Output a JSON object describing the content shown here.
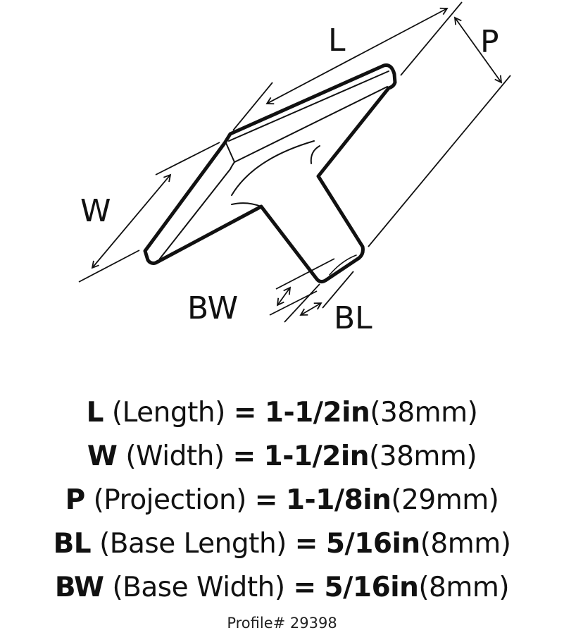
{
  "diagram": {
    "labels": {
      "L": "L",
      "W": "W",
      "P": "P",
      "BW": "BW",
      "BL": "BL"
    }
  },
  "specs": [
    {
      "code": "L",
      "name": "(Length)",
      "eq": "=",
      "inches": "1-1/2in",
      "mm": "(38mm)"
    },
    {
      "code": "W",
      "name": "(Width)",
      "eq": "=",
      "inches": "1-1/2in",
      "mm": "(38mm)"
    },
    {
      "code": "P",
      "name": "(Projection)",
      "eq": "=",
      "inches": "1-1/8in",
      "mm": "(29mm)"
    },
    {
      "code": "BL",
      "name": "(Base Length)",
      "eq": "=",
      "inches": "5/16in",
      "mm": "(8mm)"
    },
    {
      "code": "BW",
      "name": "(Base Width)",
      "eq": "=",
      "inches": "5/16in",
      "mm": "(8mm)"
    }
  ],
  "profile": "Profile# 29398"
}
